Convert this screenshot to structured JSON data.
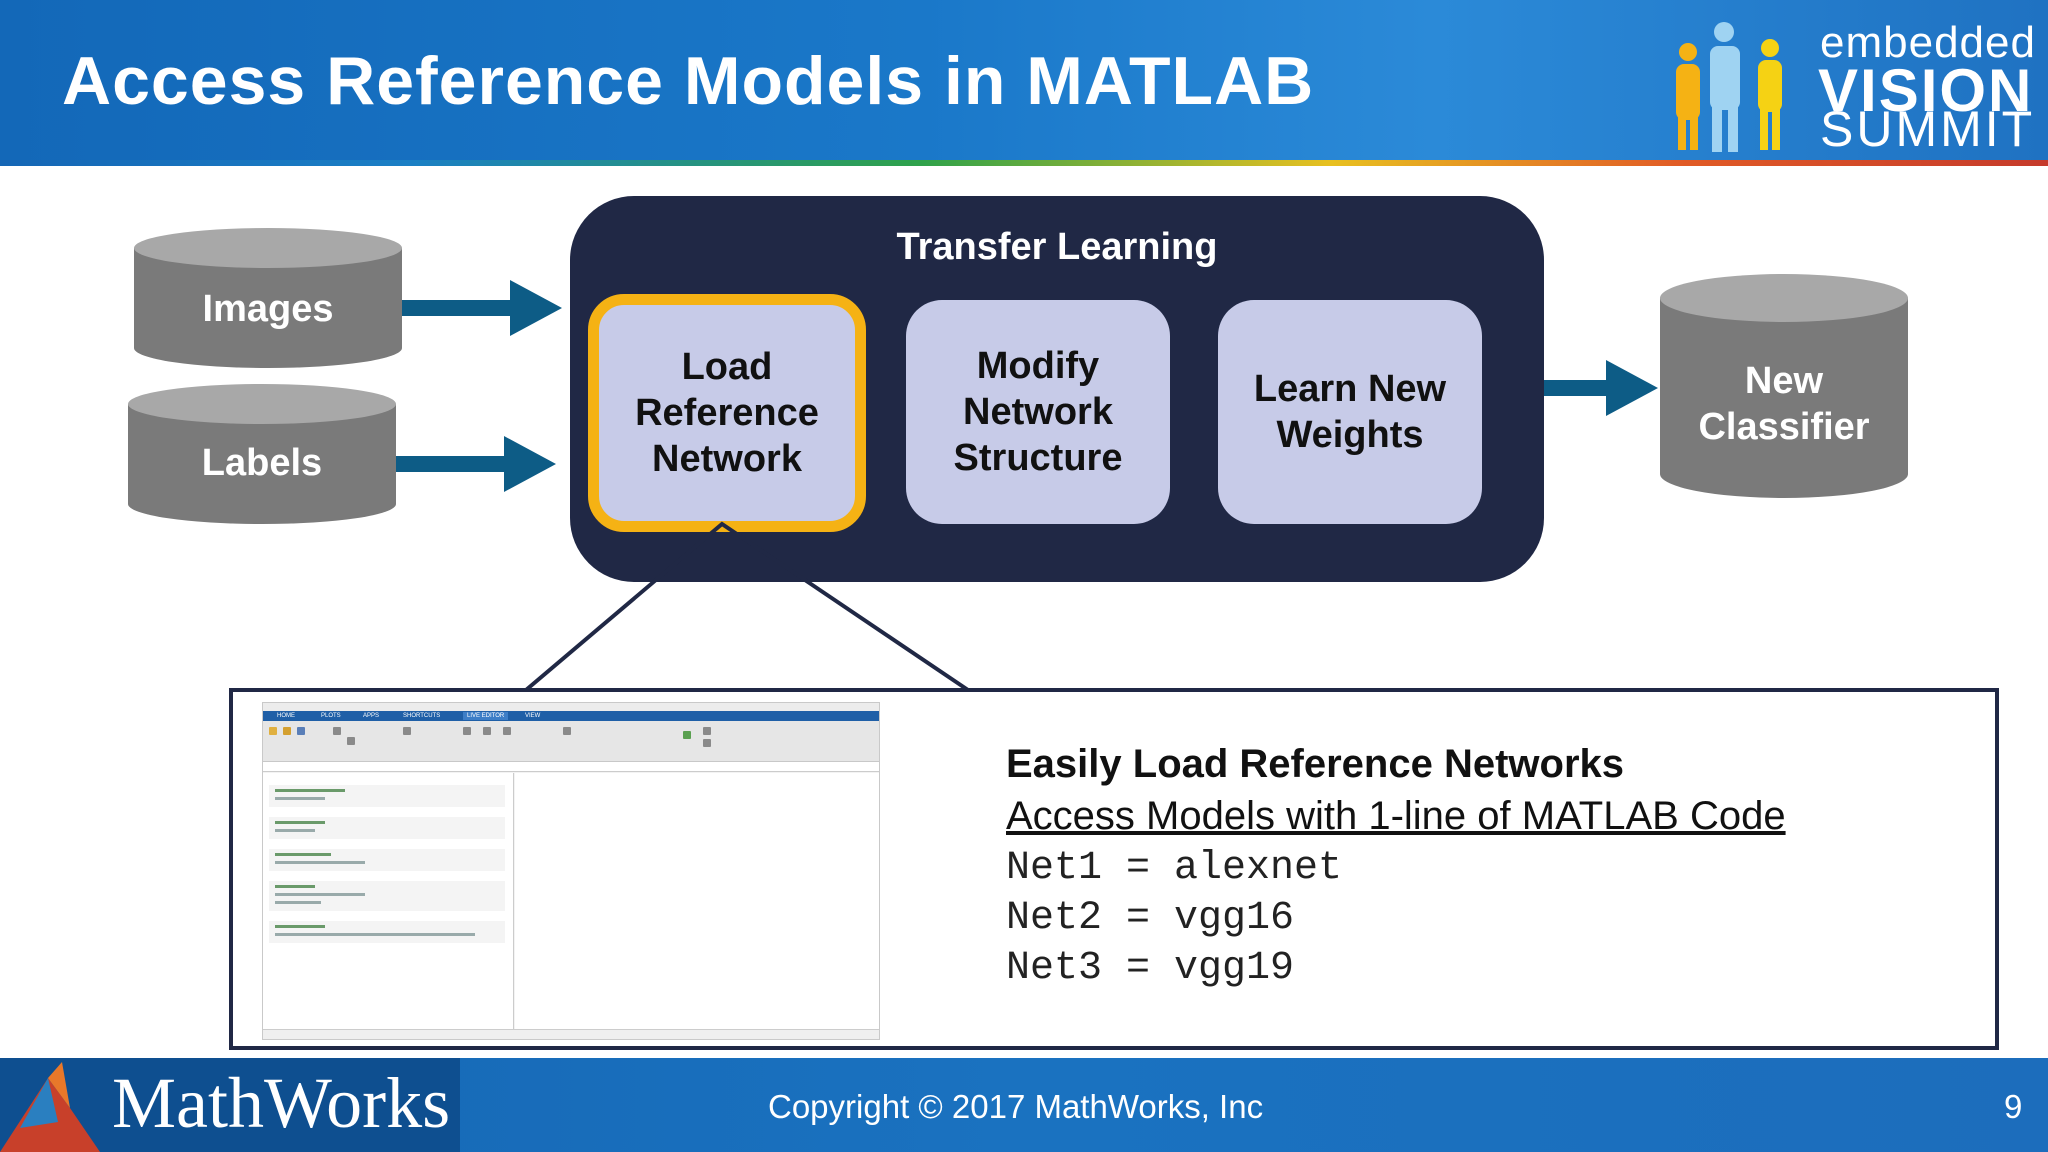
{
  "header": {
    "title": "Access Reference Models in MATLAB",
    "logo_line1": "embedded",
    "logo_line2": "VISION",
    "logo_line3": "SUMMIT"
  },
  "inputs": {
    "images": "Images",
    "labels": "Labels"
  },
  "transfer_learning": {
    "title": "Transfer Learning",
    "steps": [
      {
        "line1": "Load",
        "line2": "Reference",
        "line3": "Network"
      },
      {
        "line1": "Modify",
        "line2": "Network",
        "line3": "Structure"
      },
      {
        "line1": "Learn New",
        "line2": "Weights"
      }
    ]
  },
  "output": {
    "line1": "New",
    "line2": "Classifier"
  },
  "callout": {
    "heading": "Easily Load Reference Networks",
    "subheading": "Access Models with 1-line of MATLAB Code",
    "code": [
      "Net1 = alexnet",
      "Net2 = vgg16",
      "Net3 = vgg19"
    ],
    "mini_tabs": [
      "HOME",
      "PLOTS",
      "APPS",
      "SHORTCUTS",
      "LIVE EDITOR",
      "VIEW"
    ]
  },
  "footer": {
    "brand": "MathWorks",
    "copyright": "Copyright © 2017 MathWorks, Inc",
    "page": "9"
  },
  "colors": {
    "header_blue": "#1a78c9",
    "tl_navy": "#202845",
    "step_fill": "#c7cbe8",
    "highlight": "#f5b214",
    "arrow_blue": "#0d5c86",
    "cyl_grey": "#7a7a7a"
  }
}
